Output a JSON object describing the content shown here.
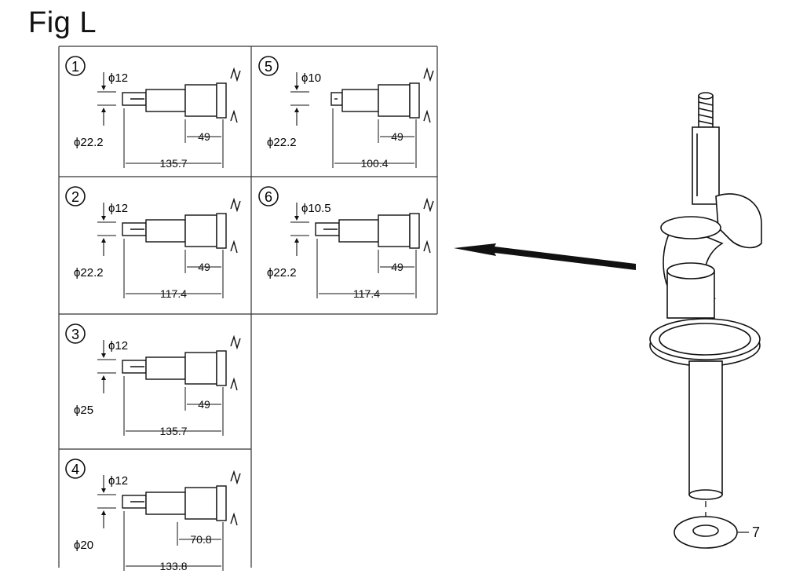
{
  "title": "Fig L",
  "panels": [
    {
      "num": "1",
      "top_dia": "ϕ12",
      "bot_dia": "ϕ22.2",
      "len_small": "49",
      "len_total": "135.7",
      "shaft": "long"
    },
    {
      "num": "2",
      "top_dia": "ϕ12",
      "bot_dia": "ϕ22.2",
      "len_small": "49",
      "len_total": "117.4",
      "shaft": "long"
    },
    {
      "num": "3",
      "top_dia": "ϕ12",
      "bot_dia": "ϕ25",
      "len_small": "49",
      "len_total": "135.7",
      "shaft": "long"
    },
    {
      "num": "4",
      "top_dia": "ϕ12",
      "bot_dia": "ϕ20",
      "len_small": "70.8",
      "len_total": "133.8",
      "shaft": "long"
    },
    {
      "num": "5",
      "top_dia": "ϕ10",
      "bot_dia": "ϕ22.2",
      "len_small": "49",
      "len_total": "100.4",
      "shaft": "short"
    },
    {
      "num": "6",
      "top_dia": "ϕ10.5",
      "bot_dia": "ϕ22.2",
      "len_small": "49",
      "len_total": "117.4",
      "shaft": "long"
    }
  ],
  "washer_label": "7"
}
